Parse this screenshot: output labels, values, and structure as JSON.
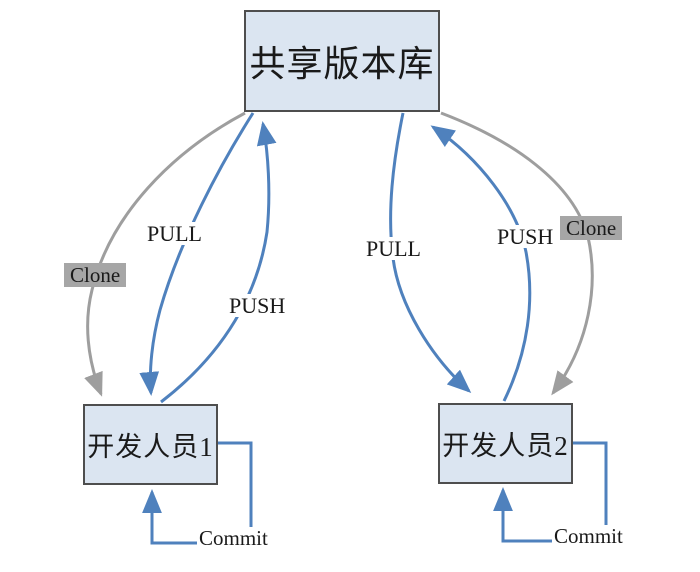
{
  "diagram_type": "version-control-workflow",
  "colors": {
    "background": "#ffffff",
    "node_fill": "#dbe5f1",
    "node_border": "#4e4e4e",
    "arrow_blue": "#4f81bd",
    "arrow_gray": "#9e9e9e",
    "clone_label_bg": "#a6a6a6",
    "text": "#1a1a1a"
  },
  "nodes": {
    "repository": {
      "label": "共享版本库"
    },
    "developer1": {
      "label": "开发人员1"
    },
    "developer2": {
      "label": "开发人员2"
    }
  },
  "edges": {
    "pull_left": {
      "label": "PULL",
      "from": "repository",
      "to": "developer1"
    },
    "push_left": {
      "label": "PUSH",
      "from": "developer1",
      "to": "repository"
    },
    "clone_left": {
      "label": "Clone",
      "from": "repository",
      "to": "developer1"
    },
    "pull_right": {
      "label": "PULL",
      "from": "repository",
      "to": "developer2"
    },
    "push_right": {
      "label": "PUSH",
      "from": "developer2",
      "to": "repository"
    },
    "clone_right": {
      "label": "Clone",
      "from": "repository",
      "to": "developer2"
    },
    "commit_left": {
      "label": "Commit",
      "from": "developer1",
      "to": "developer1"
    },
    "commit_right": {
      "label": "Commit",
      "from": "developer2",
      "to": "developer2"
    }
  }
}
